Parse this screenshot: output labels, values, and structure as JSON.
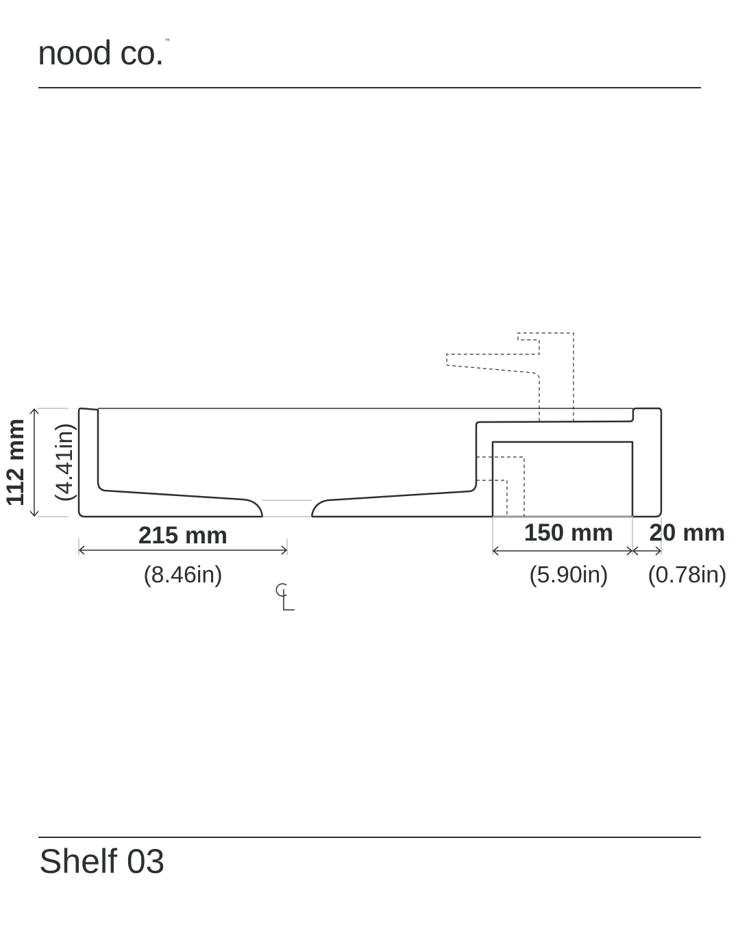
{
  "brand": {
    "logo_text": "nood co.",
    "trademark": "™"
  },
  "product": {
    "title": "Shelf 03"
  },
  "dimensions": {
    "height": {
      "mm": "112 mm",
      "in": "(4.41in)"
    },
    "half_width": {
      "mm": "215 mm",
      "in": "(8.46in)"
    },
    "shelf_depth": {
      "mm": "150 mm",
      "in": "(5.90in)"
    },
    "wall_thickness": {
      "mm": "20 mm",
      "in": "(0.78in)"
    }
  },
  "centerline_symbol": "CL",
  "colors": {
    "ink": "#2b2f2e",
    "light": "#bdbdbd"
  }
}
